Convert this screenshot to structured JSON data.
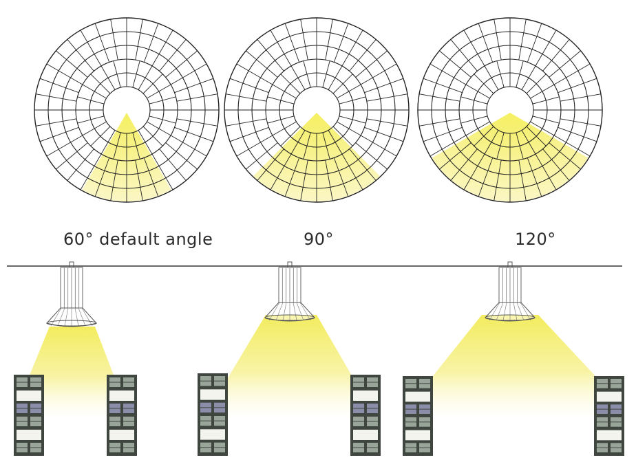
{
  "labels": {
    "beam_60": "60° default angle",
    "beam_90": "90°",
    "beam_120": "120°"
  },
  "beams": [
    {
      "angle_deg": 60
    },
    {
      "angle_deg": 90
    },
    {
      "angle_deg": 120
    }
  ],
  "colors": {
    "light": "#f5ef7a",
    "light_soft": "#faf6c0",
    "grid": "#222222",
    "shelf_frame": "#3f463f",
    "shelf_box_light": "#9aa59a",
    "shelf_box_blue": "#8a8ea8",
    "ceiling": "#333333"
  }
}
